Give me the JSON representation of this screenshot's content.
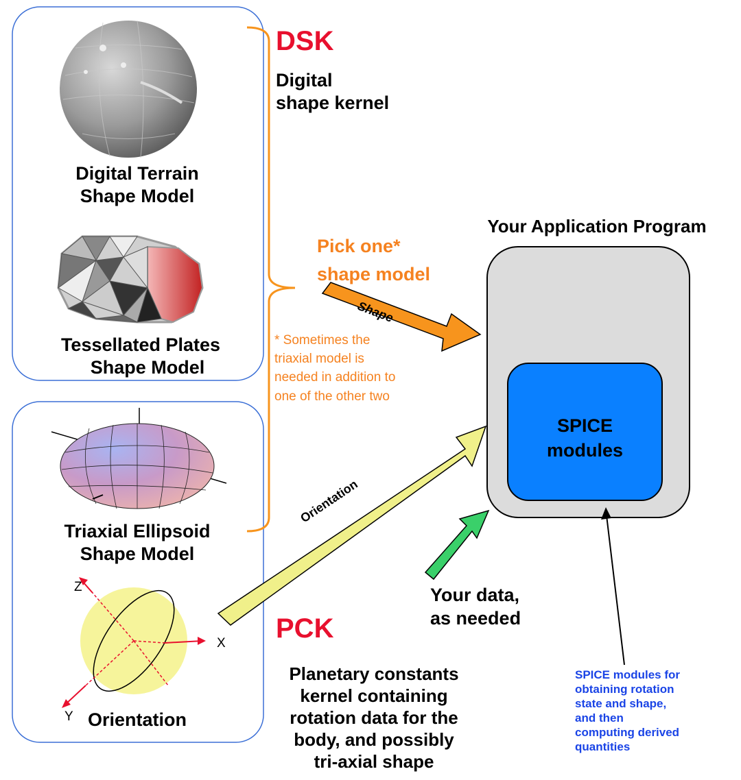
{
  "dsk": {
    "title": "DSK",
    "desc_line1": "Digital",
    "desc_line2": "shape kernel"
  },
  "models": {
    "terrain_line1": "Digital Terrain",
    "terrain_line2": "Shape Model",
    "plates_line1": "Tessellated Plates",
    "plates_line2": "Shape Model",
    "ellipsoid_line1": "Triaxial Ellipsoid",
    "ellipsoid_line2": "Shape Model",
    "orientation": "Orientation"
  },
  "axes": {
    "z": "Z",
    "x": "X",
    "y": "Y"
  },
  "pick": {
    "line1": "Pick one*",
    "line2": "shape model",
    "note1": "* Sometimes the",
    "note2": "triaxial model is",
    "note3": "needed in addition to",
    "note4": "one of the other two"
  },
  "arrows": {
    "shape": "Shape",
    "orientation": "Orientation"
  },
  "app": {
    "title": "Your Application Program",
    "modules_line1": "SPICE",
    "modules_line2": "modules"
  },
  "data": {
    "line1": "Your data,",
    "line2": "as needed"
  },
  "pck": {
    "title": "PCK",
    "desc1": "Planetary constants",
    "desc2": "kernel containing",
    "desc3": "rotation data for the",
    "desc4": "body, and possibly",
    "desc5": "tri-axial shape"
  },
  "spice_note": {
    "line1": "SPICE modules for",
    "line2": "obtaining rotation",
    "line3": "state and shape,",
    "line4": "and then",
    "line5": "computing derived",
    "line6": "quantities"
  },
  "colors": {
    "dsk_red": "#e8102e",
    "pick_orange": "#f58220",
    "bracket_orange": "#f7941d",
    "app_fill": "#dcdcdc",
    "modules_blue": "#0a80ff",
    "note_blue": "#1a44e6",
    "orientation_arrow": "#f0f08a",
    "data_arrow": "#3ad06a",
    "box_border": "#3b6fd6"
  }
}
